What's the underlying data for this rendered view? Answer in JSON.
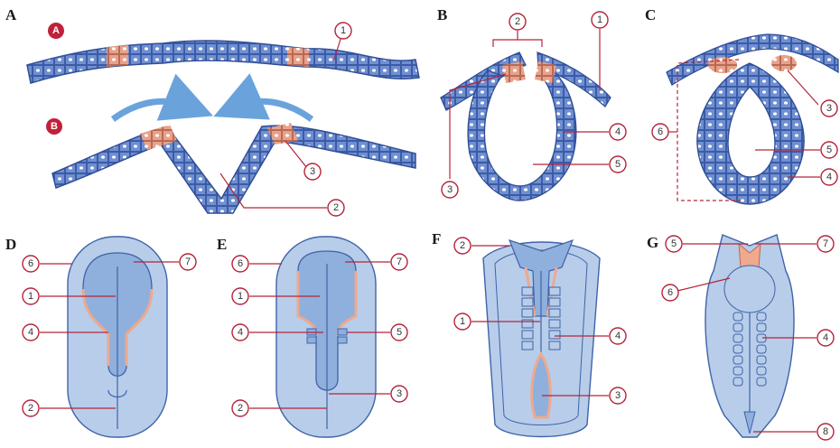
{
  "colors": {
    "cell": "#6f8fd0",
    "cell_dark": "#3b5ba8",
    "cell_nucleus": "#ffffff",
    "crest": "#e8a18a",
    "embryo_outer": "#b7cdea",
    "embryo_inner": "#8fb0dc",
    "embryo_line": "#3f63a8",
    "plate": "#eea98e",
    "arrow": "#6aa3dc",
    "callout": "#b5243a",
    "sub_badge": "#c0213a"
  },
  "panels": {
    "A": {
      "letter": "A",
      "sub_a": "A",
      "sub_b": "B",
      "c1": "1",
      "c2": "2",
      "c3": "3"
    },
    "B": {
      "letter": "B",
      "c1": "1",
      "c2": "2",
      "c3": "3",
      "c4": "4",
      "c5": "5"
    },
    "C": {
      "letter": "C",
      "c3": "3",
      "c4": "4",
      "c5": "5",
      "c6": "6"
    },
    "D": {
      "letter": "D",
      "c6": "6",
      "c7": "7",
      "c1": "1",
      "c4": "4",
      "c2": "2"
    },
    "E": {
      "letter": "E",
      "c6": "6",
      "c7": "7",
      "c1": "1",
      "c4": "4",
      "c5": "5",
      "c2": "2",
      "c3": "3"
    },
    "F": {
      "letter": "F",
      "c2": "2",
      "c1": "1",
      "c4": "4",
      "c3": "3"
    },
    "G": {
      "letter": "G",
      "c5": "5",
      "c7": "7",
      "c6": "6",
      "c4": "4",
      "c8": "8"
    }
  }
}
